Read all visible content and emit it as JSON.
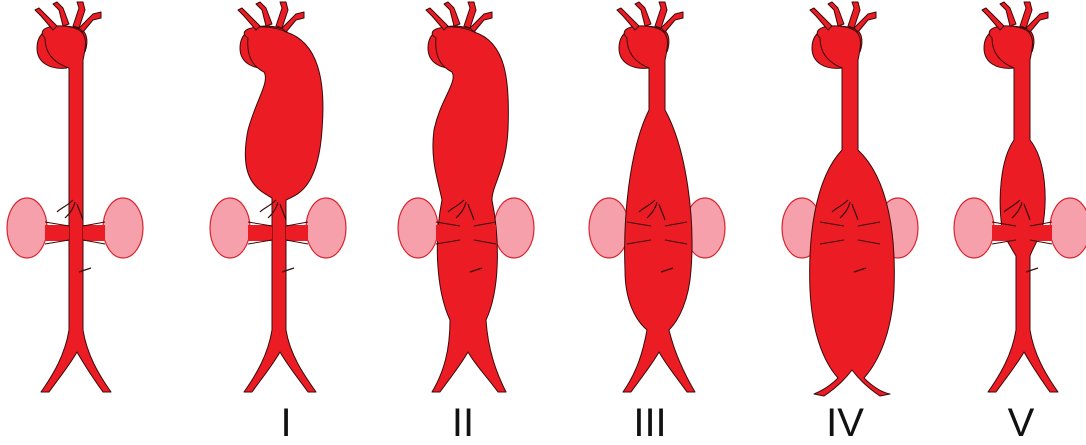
{
  "colors": {
    "aorta_fill": "#ec1c24",
    "aorta_stroke": "#3a0a0a",
    "kidney_fill": "#f6a0ac",
    "kidney_stroke": "#d8242d",
    "label_color": "#111111"
  },
  "panels": [
    {
      "name": "normal",
      "label": "",
      "aneurysm": null
    },
    {
      "name": "type-i",
      "label": "I",
      "aneurysm": "thoracic"
    },
    {
      "name": "type-ii",
      "label": "II",
      "aneurysm": "thoracoabdominal-full"
    },
    {
      "name": "type-iii",
      "label": "III",
      "aneurysm": "distal-thoracic-abdominal"
    },
    {
      "name": "type-iv",
      "label": "IV",
      "aneurysm": "abdominal-large"
    },
    {
      "name": "type-v",
      "label": "V",
      "aneurysm": "distal-thoracic-suprarenal"
    }
  ]
}
